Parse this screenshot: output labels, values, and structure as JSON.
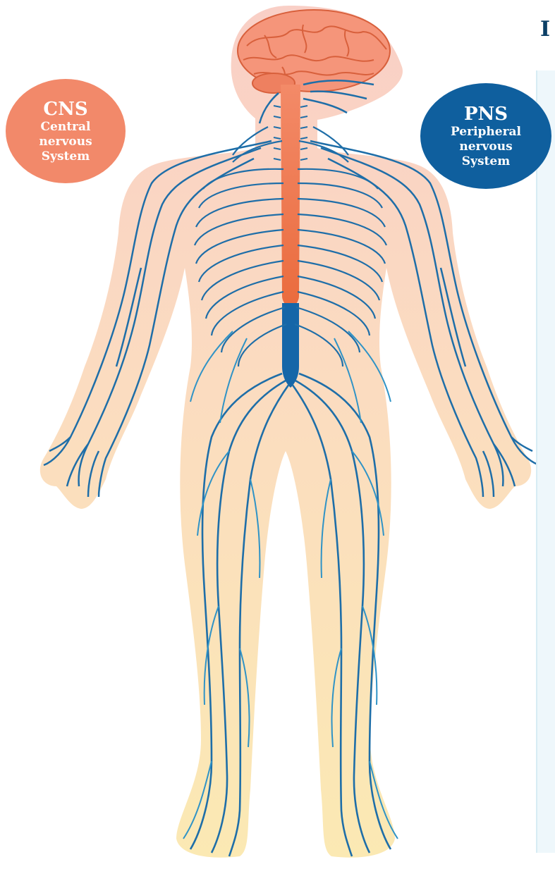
{
  "labels": {
    "cns": {
      "abbr": "CNS",
      "line1": "Central",
      "line2": "nervous",
      "line3": "System"
    },
    "pns": {
      "abbr": "PNS",
      "line1": "Peripheral",
      "line2": "nervous",
      "line3": "System"
    },
    "edge_glyph": "I"
  },
  "colors": {
    "cns": "#f2896a",
    "pns": "#0f5f9e",
    "nerve": "#1e6ea8",
    "nerve_light": "#2f93c6",
    "skin_top": "#f9d3c8",
    "skin_bottom": "#fbe6ad"
  }
}
